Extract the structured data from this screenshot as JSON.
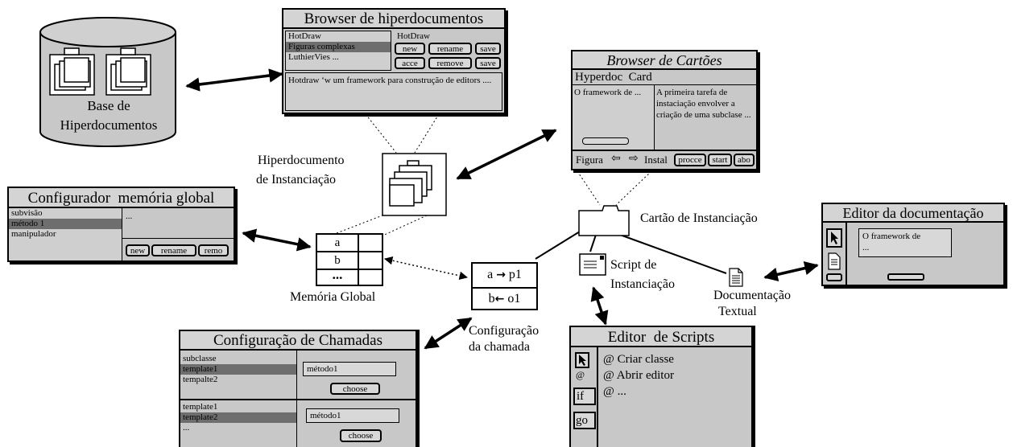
{
  "base": {
    "line1": "Base de",
    "line2": "Hiperdocumentos"
  },
  "browser_hiper": {
    "title": "Browser de hiperdocumentos",
    "list": [
      "HotDraw",
      "Figuras complexas",
      "LuthierVies ..."
    ],
    "selected_index": 1,
    "field": "HotDraw",
    "buttons": [
      "new",
      "rename",
      "save",
      "acce",
      "remove",
      "save"
    ],
    "text": "Hotdraw ‘w um framework para construção de editors ...."
  },
  "browser_cartoes": {
    "title": "Browser de Cartões",
    "header": "Hyperdoc  Card",
    "left_text": "O framework de ...",
    "right_text": "A primeira tarefa de instaciação envolver a criação de uma subclase ...",
    "nav_left": "Figura",
    "nav_right": "Instal",
    "buttons": [
      "procce",
      "start",
      "abo"
    ]
  },
  "hiper_inst": {
    "line1": "Hiperdocumento",
    "line2": "de Instanciação"
  },
  "config_memoria": {
    "title": "Configurador  memória global",
    "list": [
      "subvisão",
      "método 1",
      "manipulador"
    ],
    "selected_index": 1,
    "field": "...",
    "buttons": [
      "new",
      "rename",
      "remo"
    ]
  },
  "memoria": {
    "cells": [
      "a",
      "b",
      "..."
    ],
    "label": "Memória Global"
  },
  "chamada_box": {
    "row1_left": "a",
    "row1_right": "p1",
    "row2_left": "b",
    "row2_right": "o1",
    "arrow_right": "→",
    "arrow_left": "←"
  },
  "config_chamada_label": {
    "line1": "Configuração",
    "line2": "da chamada"
  },
  "cartao": {
    "label": "Cartão de Instanciação"
  },
  "script": {
    "line1": "Script de",
    "line2": "Instanciação"
  },
  "doc_textual": {
    "line1": "Documentação",
    "line2": "Textual"
  },
  "editor_doc": {
    "title": "Editor da documentação",
    "text1": "O framework de",
    "text2": "..."
  },
  "config_chamadas": {
    "title": "Configuração de Chamadas",
    "list1": [
      "subclasse",
      "template1",
      "tempalte2"
    ],
    "sel1": 1,
    "field1": "método1",
    "button1": "choose",
    "list2": [
      "template1",
      "template2",
      "..."
    ],
    "sel2": 1,
    "field2": "método1",
    "button2": "choose"
  },
  "editor_scripts": {
    "title": "Editor  de Scripts",
    "lines": [
      "@ Criar classe",
      "@ Abrir editor",
      "@ ..."
    ],
    "tools": [
      "@",
      "if",
      "go"
    ]
  }
}
